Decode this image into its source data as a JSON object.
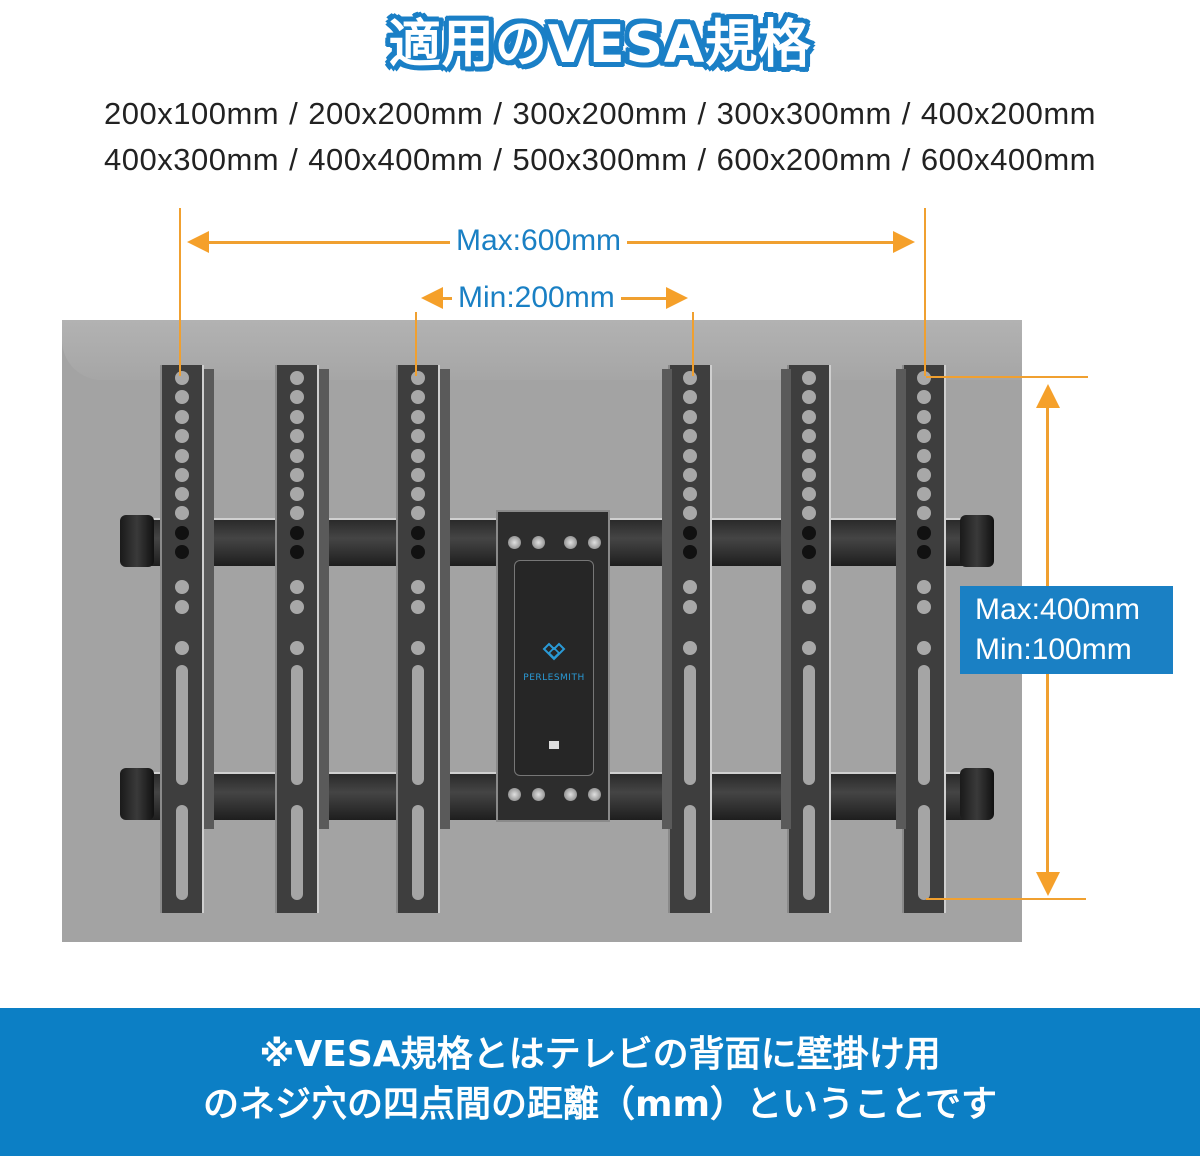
{
  "title": "適用のVESA規格",
  "vesa_sizes": {
    "row1": [
      "200x100mm",
      "200x200mm",
      "300x200mm",
      "300x300mm",
      "400x200mm"
    ],
    "row2": [
      "400x300mm",
      "400x400mm",
      "500x300mm",
      "600x200mm",
      "600x400mm"
    ],
    "separator": "/"
  },
  "dimensions": {
    "horizontal_max": "Max:600mm",
    "horizontal_min": "Min:200mm",
    "vertical_max": "Max:400mm",
    "vertical_min": "Min:100mm"
  },
  "product": {
    "brand_logo": "PERLESMITH",
    "bracket_count": 6
  },
  "colors": {
    "accent_blue": "#1a80c4",
    "banner_blue": "#0c7fc5",
    "dimension_orange": "#f5a02a",
    "tv_gray": "#a3a3a3",
    "bracket_black": "#3e3e3e"
  },
  "footer_note": {
    "line1": "※VESA規格とはテレビの背面に壁掛け用",
    "line2": "のネジ穴の四点間の距離（mm）ということです"
  }
}
